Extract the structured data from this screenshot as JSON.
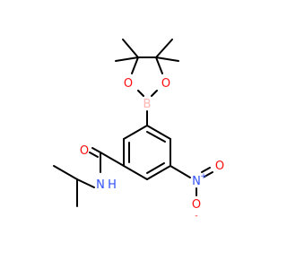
{
  "molecule": {
    "atoms": {
      "O_boronate_left": "O",
      "O_boronate_right": "O",
      "B": "B",
      "O_carbonyl": "O",
      "N_amide": "N",
      "H_amide": "H",
      "N_nitro": "N",
      "O_nitro_top": "O",
      "O_nitro_bottom": "O",
      "plus_charge": "+",
      "minus_charge": "-"
    },
    "colors": {
      "oxygen": "#ff0d0d",
      "nitrogen": "#3050f8",
      "boron": "#ffb5b5",
      "carbon": "#000000"
    }
  }
}
